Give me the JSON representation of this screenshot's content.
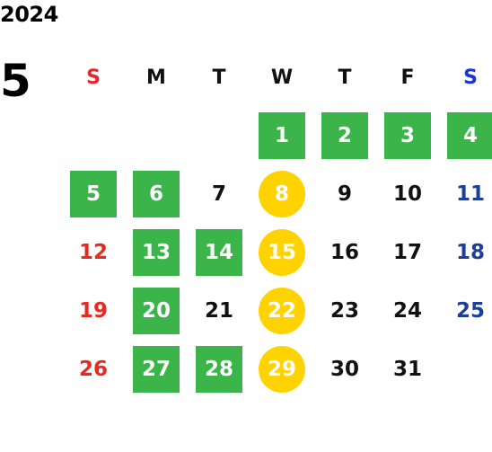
{
  "calendar": {
    "year": "2024",
    "month": "5",
    "weekdays": [
      "S",
      "M",
      "T",
      "W",
      "T",
      "F",
      "S"
    ],
    "weeks": [
      [
        {
          "day": "",
          "style": "plain"
        },
        {
          "day": "",
          "style": "plain"
        },
        {
          "day": "",
          "style": "plain"
        },
        {
          "day": "1",
          "style": "green"
        },
        {
          "day": "2",
          "style": "green"
        },
        {
          "day": "3",
          "style": "green"
        },
        {
          "day": "4",
          "style": "green"
        }
      ],
      [
        {
          "day": "5",
          "style": "green"
        },
        {
          "day": "6",
          "style": "green"
        },
        {
          "day": "7",
          "style": "plain"
        },
        {
          "day": "8",
          "style": "yellow"
        },
        {
          "day": "9",
          "style": "plain"
        },
        {
          "day": "10",
          "style": "plain"
        },
        {
          "day": "11",
          "style": "plain"
        }
      ],
      [
        {
          "day": "12",
          "style": "plain"
        },
        {
          "day": "13",
          "style": "green"
        },
        {
          "day": "14",
          "style": "green"
        },
        {
          "day": "15",
          "style": "yellow"
        },
        {
          "day": "16",
          "style": "plain"
        },
        {
          "day": "17",
          "style": "plain"
        },
        {
          "day": "18",
          "style": "plain"
        }
      ],
      [
        {
          "day": "19",
          "style": "plain"
        },
        {
          "day": "20",
          "style": "green"
        },
        {
          "day": "21",
          "style": "plain"
        },
        {
          "day": "22",
          "style": "yellow"
        },
        {
          "day": "23",
          "style": "plain"
        },
        {
          "day": "24",
          "style": "plain"
        },
        {
          "day": "25",
          "style": "plain"
        }
      ],
      [
        {
          "day": "26",
          "style": "plain"
        },
        {
          "day": "27",
          "style": "green"
        },
        {
          "day": "28",
          "style": "green"
        },
        {
          "day": "29",
          "style": "yellow"
        },
        {
          "day": "30",
          "style": "plain"
        },
        {
          "day": "31",
          "style": "plain"
        },
        {
          "day": "",
          "style": "plain"
        }
      ]
    ]
  },
  "colors": {
    "green_highlight": "#3bb54a",
    "yellow_highlight": "#ffd200",
    "sunday_header": "#e8262a",
    "saturday_header": "#1a35d6",
    "sunday": "#e32b22",
    "saturday": "#1e3f96",
    "text": "#111111"
  }
}
